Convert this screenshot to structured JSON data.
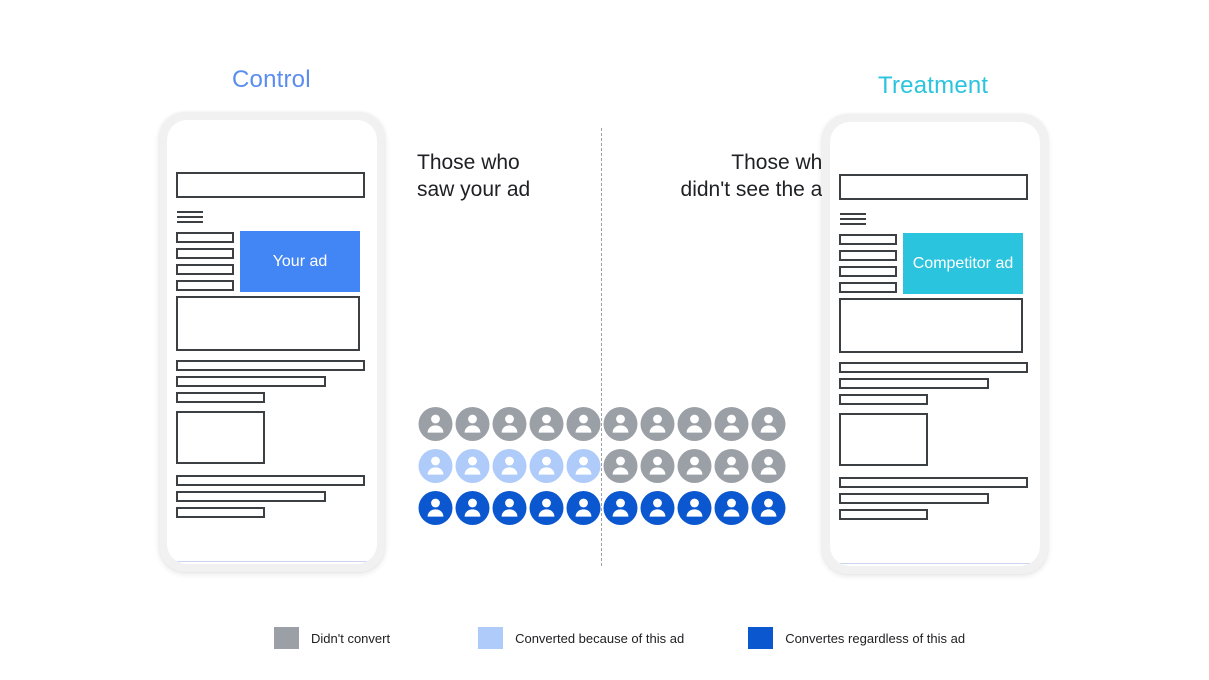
{
  "panels": {
    "control": {
      "title": "Control",
      "title_color": "#5B8DEF",
      "ad_label": "Your ad",
      "ad_color": "#4285F4"
    },
    "treatment": {
      "title": "Treatment",
      "title_color": "#2BC4DE",
      "ad_label": "Competitor ad",
      "ad_color": "#2BC4DE"
    }
  },
  "middle": {
    "left_label": "Those who\nsaw your ad",
    "right_label": "Those who\ndidn't see the ad"
  },
  "colors": {
    "didnt_convert": "#9AA0A6",
    "converted_because": "#AECBFA",
    "converted_regardless": "#0B57D0",
    "divider": "#9AA0A6",
    "wireframe_stroke": "#3C4043"
  },
  "chart_data": {
    "type": "pictogram",
    "title": "",
    "columns": 10,
    "rows": 3,
    "split_after_column": 5,
    "group_labels": [
      "Those who saw your ad",
      "Those who didn't see the ad"
    ],
    "categories": [
      "Didn't convert",
      "Converted because of this ad",
      "Convertes regardless of this ad"
    ],
    "grid": [
      [
        "didnt_convert",
        "didnt_convert",
        "didnt_convert",
        "didnt_convert",
        "didnt_convert",
        "didnt_convert",
        "didnt_convert",
        "didnt_convert",
        "didnt_convert",
        "didnt_convert"
      ],
      [
        "converted_because",
        "converted_because",
        "converted_because",
        "converted_because",
        "converted_because",
        "didnt_convert",
        "didnt_convert",
        "didnt_convert",
        "didnt_convert",
        "didnt_convert"
      ],
      [
        "converted_regardless",
        "converted_regardless",
        "converted_regardless",
        "converted_regardless",
        "converted_regardless",
        "converted_regardless",
        "converted_regardless",
        "converted_regardless",
        "converted_regardless",
        "converted_regardless"
      ]
    ],
    "series": [
      {
        "name": "Didn't convert",
        "values": [
          5,
          10
        ]
      },
      {
        "name": "Converted because of this ad",
        "values": [
          5,
          0
        ]
      },
      {
        "name": "Convertes regardless of this ad",
        "values": [
          5,
          5
        ]
      }
    ]
  },
  "legend": {
    "items": [
      {
        "label": "Didn't convert",
        "color": "#9AA0A6"
      },
      {
        "label": "Converted because of this ad",
        "color": "#AECBFA"
      },
      {
        "label": "Convertes regardless of this ad",
        "color": "#0B57D0"
      }
    ]
  }
}
